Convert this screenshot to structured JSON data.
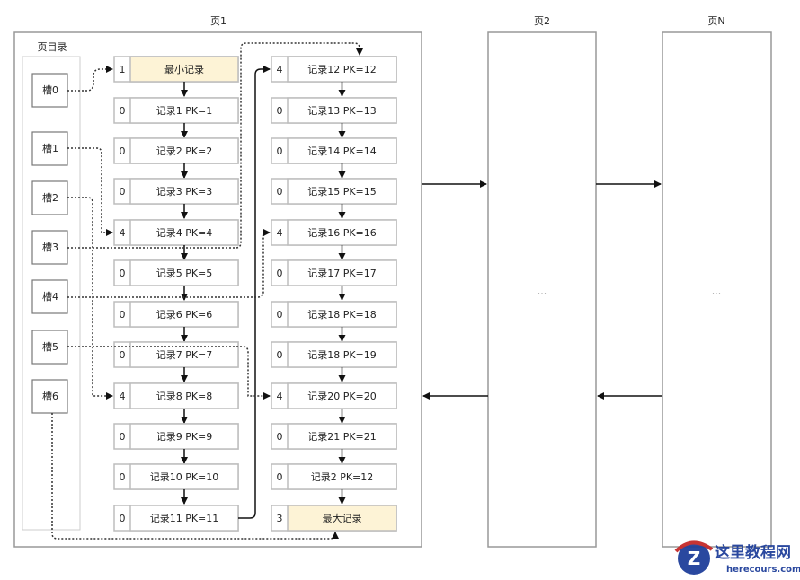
{
  "pages": [
    {
      "label": "页1"
    },
    {
      "label": "页2",
      "body": "..."
    },
    {
      "label": "页N",
      "body": "..."
    }
  ],
  "directory": {
    "label": "页目录",
    "slots": [
      "槽0",
      "槽1",
      "槽2",
      "槽3",
      "槽4",
      "槽5",
      "槽6"
    ]
  },
  "left_records": [
    {
      "n": "1",
      "text": "最小记录",
      "special": true
    },
    {
      "n": "0",
      "text": "记录1 PK=1"
    },
    {
      "n": "0",
      "text": "记录2 PK=2"
    },
    {
      "n": "0",
      "text": "记录3 PK=3"
    },
    {
      "n": "4",
      "text": "记录4 PK=4"
    },
    {
      "n": "0",
      "text": "记录5 PK=5"
    },
    {
      "n": "0",
      "text": "记录6 PK=6"
    },
    {
      "n": "0",
      "text": "记录7 PK=7"
    },
    {
      "n": "4",
      "text": "记录8 PK=8"
    },
    {
      "n": "0",
      "text": "记录9 PK=9"
    },
    {
      "n": "0",
      "text": "记录10 PK=10"
    },
    {
      "n": "0",
      "text": "记录11 PK=11"
    }
  ],
  "right_records": [
    {
      "n": "4",
      "text": "记录12 PK=12"
    },
    {
      "n": "0",
      "text": "记录13 PK=13"
    },
    {
      "n": "0",
      "text": "记录14 PK=14"
    },
    {
      "n": "0",
      "text": "记录15 PK=15"
    },
    {
      "n": "4",
      "text": "记录16 PK=16"
    },
    {
      "n": "0",
      "text": "记录17 PK=17"
    },
    {
      "n": "0",
      "text": "记录18 PK=18"
    },
    {
      "n": "0",
      "text": "记录18 PK=19"
    },
    {
      "n": "4",
      "text": "记录20 PK=20"
    },
    {
      "n": "0",
      "text": "记录21 PK=21"
    },
    {
      "n": "0",
      "text": "记录2 PK=12"
    },
    {
      "n": "3",
      "text": "最大记录",
      "special": true
    }
  ],
  "watermark": {
    "site": "这里教程网",
    "url": "herecours.com"
  },
  "colors": {
    "special": "#fdf3d6",
    "border": "#bdbdbd",
    "line": "#111111"
  }
}
